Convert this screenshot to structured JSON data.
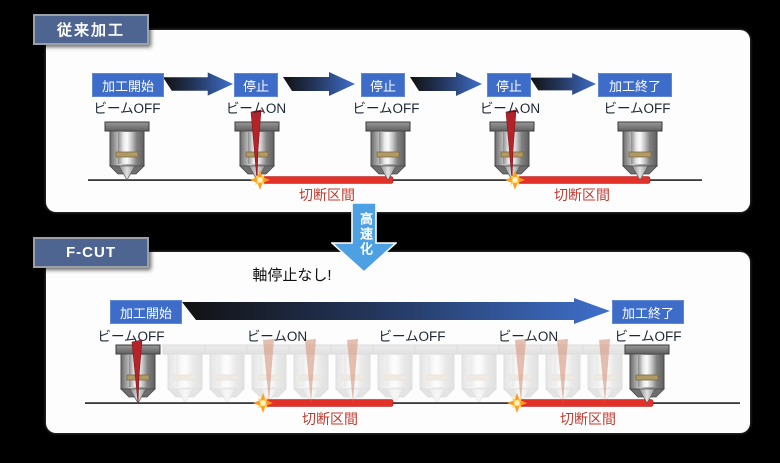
{
  "colors": {
    "background": "#000000",
    "panel": "#ffffff",
    "tab_bg": "#4f6591",
    "step_box_bg": "#3e6cc9",
    "arrow_gradient_start": "#111111",
    "arrow_gradient_end": "#3f70cc",
    "beam_red": "#b5232a",
    "ghost_beam": "#d89d86",
    "cut_segment_red": "#e23128",
    "cut_label_red": "#c23b2f",
    "speedup_arrow_blue": "#4da0e2"
  },
  "conventional": {
    "tab": "従来加工",
    "steps": [
      {
        "label": "加工開始",
        "beam": "ビームOFF"
      },
      {
        "label": "停止",
        "beam": "ビームON"
      },
      {
        "label": "停止",
        "beam": "ビームOFF"
      },
      {
        "label": "停止",
        "beam": "ビームON"
      },
      {
        "label": "加工終了",
        "beam": "ビームOFF"
      }
    ],
    "cut_section_labels": [
      "切断区間",
      "切断区間"
    ]
  },
  "speedup": {
    "label": "高速化"
  },
  "fcut": {
    "tab": "F-CUT",
    "note": "軸停止なし!",
    "start_label": "加工開始",
    "end_label": "加工終了",
    "beam_states": [
      "ビームOFF",
      "ビームON",
      "ビームOFF",
      "ビームON",
      "ビームOFF"
    ],
    "cut_section_labels": [
      "切断区間",
      "切断区間"
    ]
  }
}
